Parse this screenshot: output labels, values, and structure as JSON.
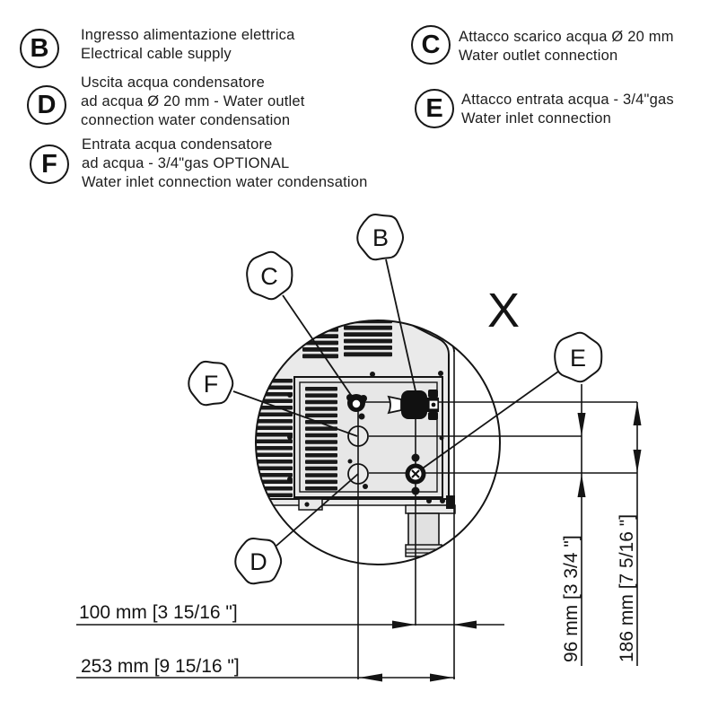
{
  "legend": {
    "items": [
      {
        "id": "B",
        "label": "B",
        "lines": [
          "Ingresso alimentazione elettrica",
          "Electrical cable supply"
        ]
      },
      {
        "id": "C",
        "label": "C",
        "lines": [
          "Attacco scarico acqua Ø 20 mm",
          "Water outlet connection"
        ]
      },
      {
        "id": "D",
        "label": "D",
        "lines": [
          "Uscita acqua condensatore",
          "ad acqua Ø 20 mm - Water outlet",
          "connection water condensation"
        ]
      },
      {
        "id": "E",
        "label": "E",
        "lines": [
          "Attacco entrata acqua - 3/4\"gas",
          "Water inlet connection"
        ]
      },
      {
        "id": "F",
        "label": "F",
        "lines": [
          "Entrata acqua condensatore",
          "ad acqua - 3/4\"gas OPTIONAL",
          "Water inlet connection water condensation"
        ]
      }
    ]
  },
  "diagram": {
    "detail_label": "X",
    "callouts": [
      {
        "id": "B",
        "label": "B"
      },
      {
        "id": "C",
        "label": "C"
      },
      {
        "id": "D",
        "label": "D"
      },
      {
        "id": "E",
        "label": "E"
      },
      {
        "id": "F",
        "label": "F"
      }
    ],
    "dimensions": {
      "h1": "100 mm [3 15/16 \"]",
      "h2": "253 mm [9 15/16 \"]",
      "v1": "96 mm [3 3/4 \"]",
      "v2": "186 mm [7 5/16 \"]"
    }
  },
  "colors": {
    "line": "#141414",
    "panel": "#eaeaea",
    "recess": "#e7e7e7",
    "background": "#ffffff"
  }
}
